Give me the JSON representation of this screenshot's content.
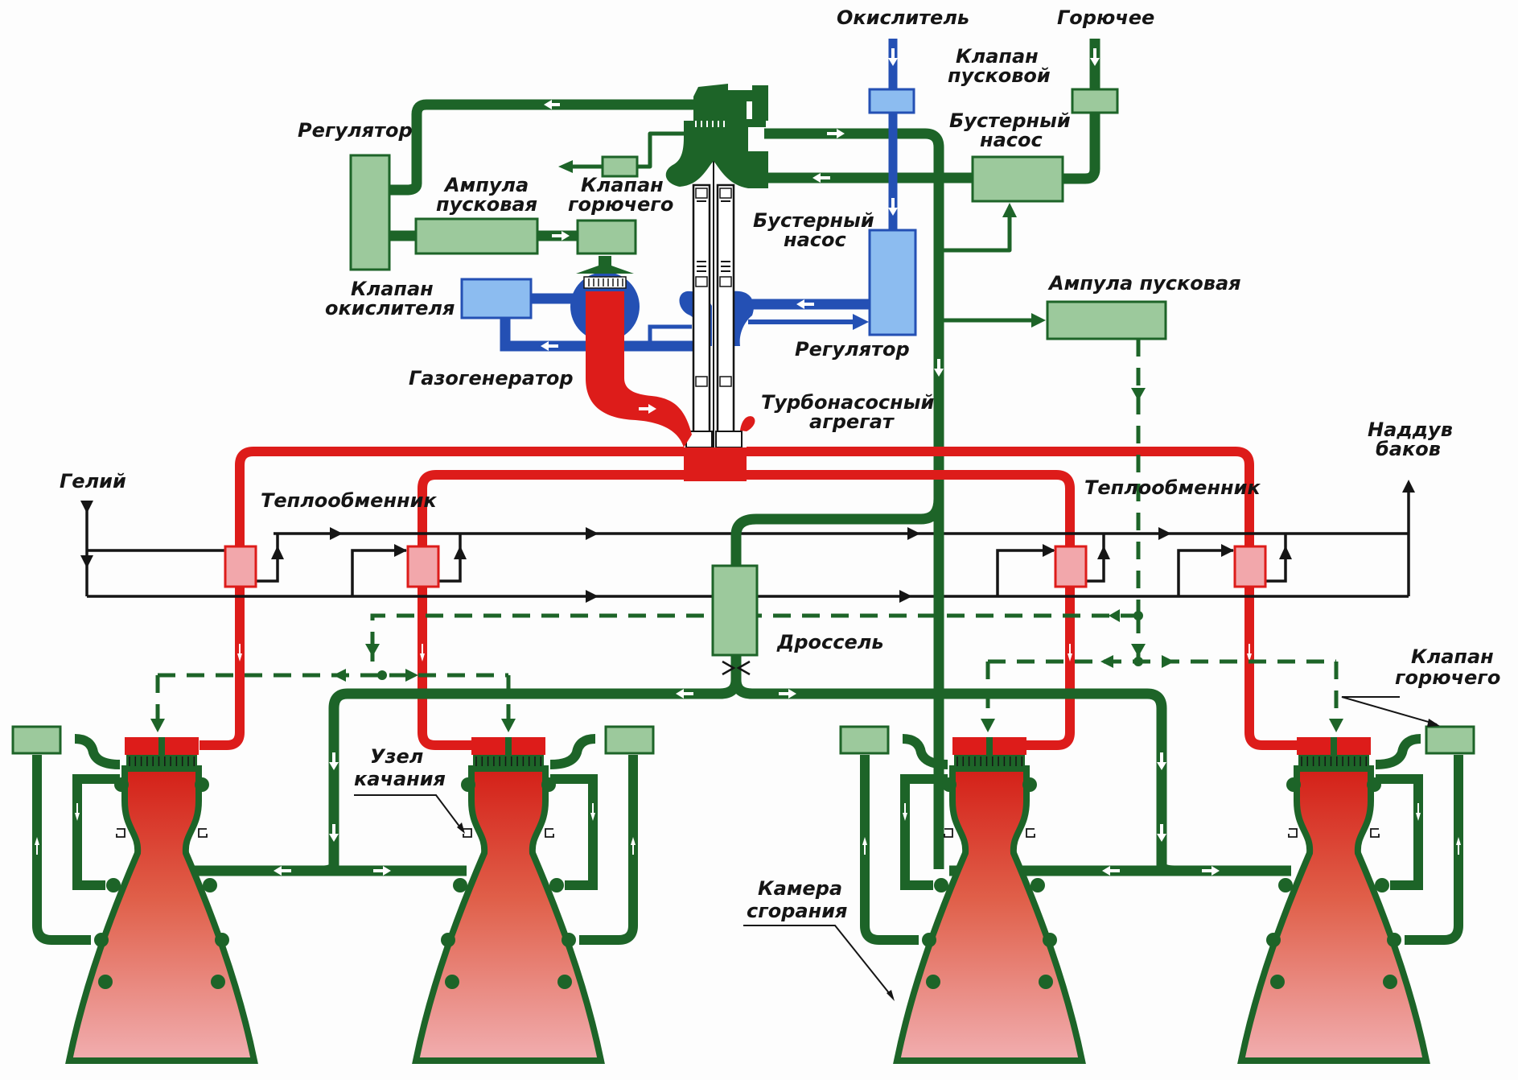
{
  "title": "Schematic of a four-chamber liquid rocket engine (turbopump feed system)",
  "colors": {
    "fuel_line": "#1d6428",
    "fuel_component": "#9cc99c",
    "oxidizer_line": "#2450b4",
    "oxidizer_component": "#8cbcf0",
    "hot_gas_line": "#dd1c1a",
    "heat_exchanger": "#f2a7ab",
    "helium_line": "#151515"
  },
  "labels": {
    "oxidizer_inlet": "Окислитель",
    "fuel_inlet": "Горючее",
    "start_valve": [
      "Клапан",
      "пусковой"
    ],
    "fuel_booster_pump": [
      "Бустерный",
      "насос"
    ],
    "regulator_top": "Регулятор",
    "start_ampoule_left": [
      "Ампула",
      "пусковая"
    ],
    "fuel_valve_top": [
      "Клапан",
      "горючего"
    ],
    "oxidizer_booster_pump": [
      "Бустерный",
      "насос"
    ],
    "oxidizer_valve": [
      "Клапан",
      "окислителя"
    ],
    "regulator_mid": "Регулятор",
    "gas_generator": "Газогенератор",
    "turbopump": [
      "Турбонасосный",
      "агрегат"
    ],
    "start_ampoule_right": "Ампула пусковая",
    "tank_pressurization": [
      "Наддув",
      "баков"
    ],
    "helium": "Гелий",
    "heat_exchanger_left": "Теплообменник",
    "heat_exchanger_right": "Теплообменник",
    "throttle": "Дроссель",
    "fuel_valve_right": [
      "Клапан",
      "горючего"
    ],
    "gimbal_unit": [
      "Узел",
      "качания"
    ],
    "combustion_chamber": [
      "Камера",
      "сгорания"
    ]
  },
  "engines": [
    {
      "id": "engine-1"
    },
    {
      "id": "engine-2"
    },
    {
      "id": "engine-3"
    },
    {
      "id": "engine-4"
    }
  ]
}
